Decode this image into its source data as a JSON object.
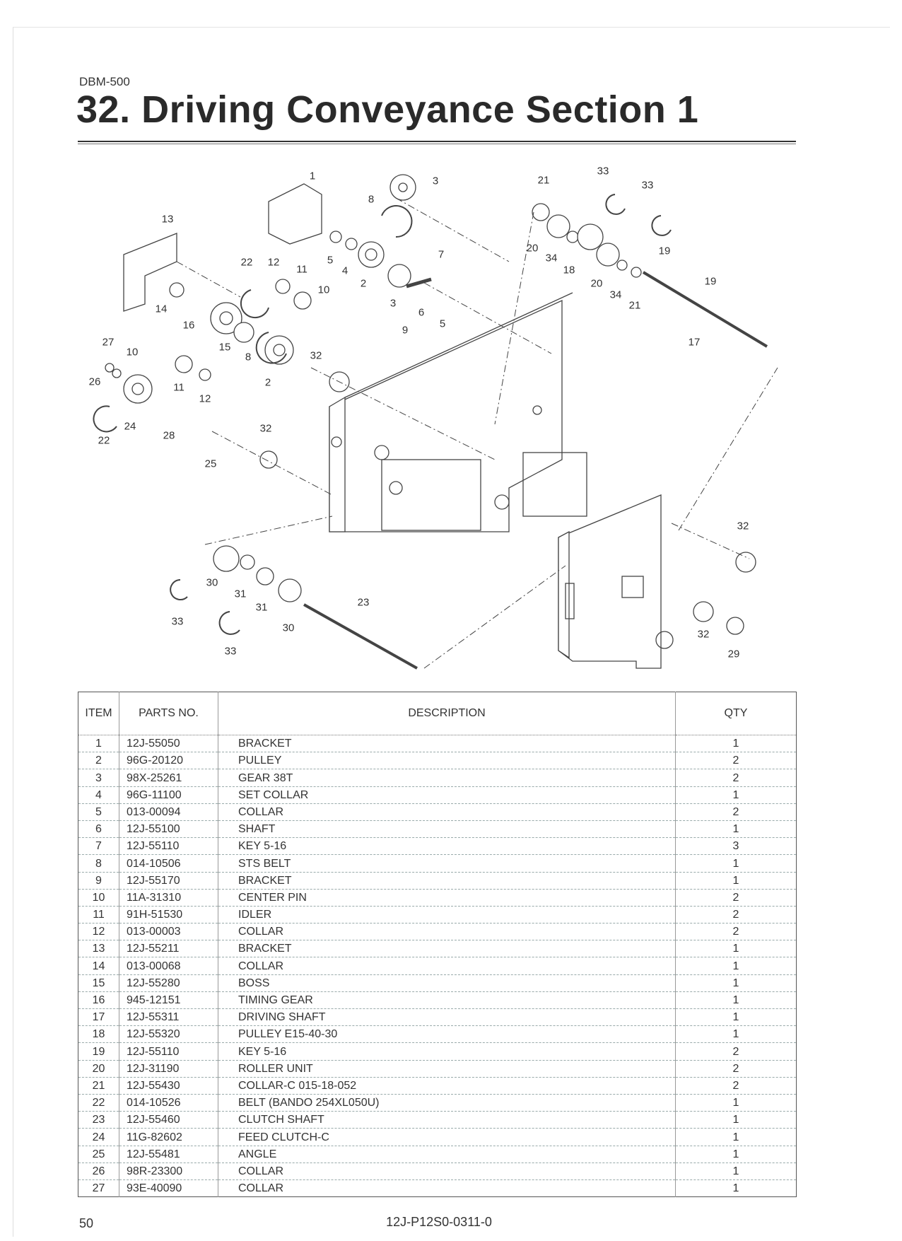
{
  "header": {
    "model": "DBM-500",
    "title": "32. Driving Conveyance Section 1"
  },
  "diagram": {
    "callouts": [
      "1",
      "3",
      "8",
      "13",
      "21",
      "33",
      "33",
      "22",
      "12",
      "11",
      "5",
      "4",
      "7",
      "2",
      "20",
      "34",
      "18",
      "19",
      "19",
      "20",
      "34",
      "21",
      "17",
      "14",
      "10",
      "3",
      "6",
      "5",
      "9",
      "16",
      "15",
      "8",
      "32",
      "27",
      "10",
      "26",
      "11",
      "12",
      "2",
      "24",
      "28",
      "22",
      "32",
      "25",
      "32",
      "30",
      "31",
      "31",
      "23",
      "33",
      "30",
      "33",
      "32",
      "29"
    ]
  },
  "table": {
    "headers": {
      "item": "ITEM",
      "part_no": "PARTS NO.",
      "description": "DESCRIPTION",
      "qty": "QTY"
    },
    "rows": [
      {
        "item": "1",
        "part_no": "12J-55050",
        "description": "BRACKET",
        "qty": "1"
      },
      {
        "item": "2",
        "part_no": "96G-20120",
        "description": "PULLEY",
        "qty": "2"
      },
      {
        "item": "3",
        "part_no": "98X-25261",
        "description": "GEAR 38T",
        "qty": "2"
      },
      {
        "item": "4",
        "part_no": "96G-11100",
        "description": "SET COLLAR",
        "qty": "1"
      },
      {
        "item": "5",
        "part_no": "013-00094",
        "description": "COLLAR",
        "qty": "2"
      },
      {
        "item": "6",
        "part_no": "12J-55100",
        "description": "SHAFT",
        "qty": "1"
      },
      {
        "item": "7",
        "part_no": "12J-55110",
        "description": "KEY 5-16",
        "qty": "3"
      },
      {
        "item": "8",
        "part_no": "014-10506",
        "description": "STS BELT",
        "qty": "1"
      },
      {
        "item": "9",
        "part_no": "12J-55170",
        "description": "BRACKET",
        "qty": "1"
      },
      {
        "item": "10",
        "part_no": "11A-31310",
        "description": "CENTER PIN",
        "qty": "2"
      },
      {
        "item": "11",
        "part_no": "91H-51530",
        "description": "IDLER",
        "qty": "2"
      },
      {
        "item": "12",
        "part_no": "013-00003",
        "description": "COLLAR",
        "qty": "2"
      },
      {
        "item": "13",
        "part_no": "12J-55211",
        "description": "BRACKET",
        "qty": "1"
      },
      {
        "item": "14",
        "part_no": "013-00068",
        "description": "COLLAR",
        "qty": "1"
      },
      {
        "item": "15",
        "part_no": "12J-55280",
        "description": "BOSS",
        "qty": "1"
      },
      {
        "item": "16",
        "part_no": "945-12151",
        "description": "TIMING GEAR",
        "qty": "1"
      },
      {
        "item": "17",
        "part_no": "12J-55311",
        "description": "DRIVING SHAFT",
        "qty": "1"
      },
      {
        "item": "18",
        "part_no": "12J-55320",
        "description": "PULLEY E15-40-30",
        "qty": "1"
      },
      {
        "item": "19",
        "part_no": "12J-55110",
        "description": "KEY 5-16",
        "qty": "2"
      },
      {
        "item": "20",
        "part_no": "12J-31190",
        "description": "ROLLER UNIT",
        "qty": "2"
      },
      {
        "item": "21",
        "part_no": "12J-55430",
        "description": "COLLAR-C 015-18-052",
        "qty": "2"
      },
      {
        "item": "22",
        "part_no": "014-10526",
        "description": "BELT (BANDO 254XL050U)",
        "qty": "1"
      },
      {
        "item": "23",
        "part_no": "12J-55460",
        "description": "CLUTCH SHAFT",
        "qty": "1"
      },
      {
        "item": "24",
        "part_no": "11G-82602",
        "description": "FEED CLUTCH-C",
        "qty": "1"
      },
      {
        "item": "25",
        "part_no": "12J-55481",
        "description": "ANGLE",
        "qty": "1"
      },
      {
        "item": "26",
        "part_no": "98R-23300",
        "description": "COLLAR",
        "qty": "1"
      },
      {
        "item": "27",
        "part_no": "93E-40090",
        "description": "COLLAR",
        "qty": "1"
      }
    ]
  },
  "footer": {
    "page_number": "50",
    "doc_code": "12J-P12S0-0311-0"
  }
}
